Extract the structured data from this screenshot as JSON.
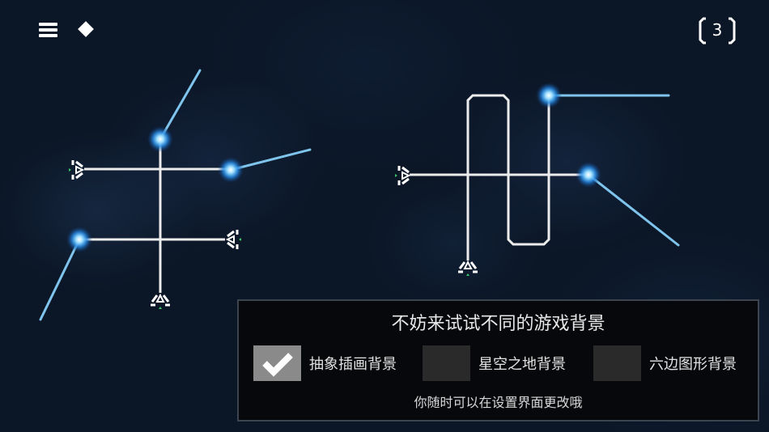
{
  "toolbar": {
    "menu_icon": "hamburger-menu-icon",
    "diamond_icon": "diamond-icon",
    "hint_count": "3"
  },
  "puzzles": [
    {
      "name": "left-puzzle",
      "emitters": [
        "left-top",
        "right-bottom",
        "bottom"
      ],
      "nodes": 3,
      "beam_color": "#7fc4ec"
    },
    {
      "name": "right-puzzle",
      "emitters": [
        "left",
        "bottom"
      ],
      "nodes": 2,
      "beam_color": "#7fc4ec"
    }
  ],
  "dialog": {
    "title": "不妨来试试不同的游戏背景",
    "options": [
      {
        "label": "抽象插画背景",
        "checked": true
      },
      {
        "label": "星空之地背景",
        "checked": false
      },
      {
        "label": "六边图形背景",
        "checked": false
      }
    ],
    "note": "你随时可以在设置界面更改哦"
  },
  "colors": {
    "background": "#0b1626",
    "panel_bg": "#06080b",
    "panel_border": "#3b444f",
    "checked_box": "#8a8a8a",
    "unchecked_box": "#2a2a2a",
    "node_glow": "#3ea6ff",
    "marker_green": "#3cc46a"
  }
}
